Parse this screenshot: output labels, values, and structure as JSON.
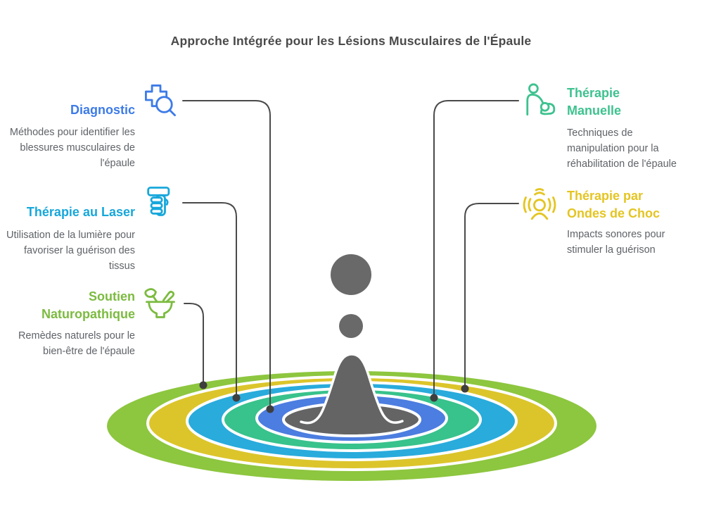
{
  "title": {
    "text": "Approche Intégrée pour les Lésions Musculaires de l'Épaule",
    "color": "#4A4A4A"
  },
  "items": [
    {
      "label": "Diagnostic",
      "description": "Méthodes pour identifier les blessures musculaires de l'épaule",
      "color": "#3D7BE8",
      "icon": "medical-cross-magnifier"
    },
    {
      "label": "Thérapie au Laser",
      "description": "Utilisation de la lumière pour favoriser la guérison des tissus",
      "color": "#17A7DB",
      "icon": "laser-handpiece"
    },
    {
      "label": "Soutien Naturopathique",
      "description": "Remèdes naturels pour le bien-être de l'épaule",
      "color": "#7CBB40",
      "icon": "mortar-pestle-leaf"
    },
    {
      "label": "Thérapie Manuelle",
      "description": "Techniques de manipulation pour la réhabilitation de l'épaule",
      "color": "#3EC28F",
      "icon": "massage-person"
    },
    {
      "label": "Thérapie par Ondes de Choc",
      "description": "Impacts sonores pour stimuler la guérison",
      "color": "#E4C522",
      "icon": "shockwave-circle"
    }
  ],
  "splash": {
    "rings": [
      {
        "name": "outer-green",
        "color": "#8DC63F"
      },
      {
        "name": "yellow",
        "color": "#DCC52B"
      },
      {
        "name": "cyan",
        "color": "#29ABDC"
      },
      {
        "name": "teal-green",
        "color": "#38C28C"
      },
      {
        "name": "blue",
        "color": "#4C7DE0"
      },
      {
        "name": "center-gray",
        "color": "#646464"
      }
    ],
    "droplet_color": "#696969",
    "connector_color": "#4A4A4A",
    "dot_color": "#3F3F3F"
  }
}
